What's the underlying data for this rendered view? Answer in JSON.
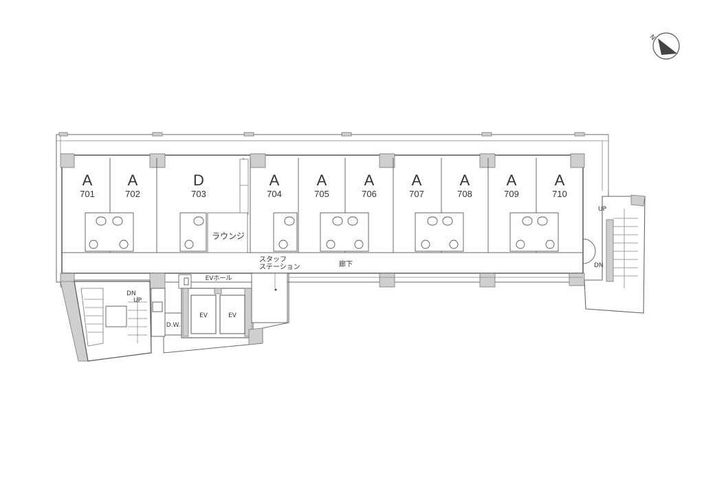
{
  "rooms": [
    {
      "type": "A",
      "number": "701"
    },
    {
      "type": "A",
      "number": "702"
    },
    {
      "type": "D",
      "number": "703"
    },
    {
      "type": "A",
      "number": "704"
    },
    {
      "type": "A",
      "number": "705"
    },
    {
      "type": "A",
      "number": "706"
    },
    {
      "type": "A",
      "number": "707"
    },
    {
      "type": "A",
      "number": "708"
    },
    {
      "type": "A",
      "number": "709"
    },
    {
      "type": "A",
      "number": "710"
    }
  ],
  "labels": {
    "lounge": "ラウンジ",
    "staff_station_line1": "スタッフ",
    "staff_station_line2": "ステーション",
    "corridor": "廊下",
    "ev_hall": "EVホール",
    "ev_left": "EV",
    "ev_right": "EV",
    "dumbwaiter": "D.W.",
    "stair_left_down": "DN",
    "stair_left_up": "UP",
    "stair_right_up": "UP",
    "stair_right_down": "DN"
  },
  "compass": {
    "letter": "N"
  },
  "colors": {
    "wall_fill": "#cfcfcf",
    "line": "#666666"
  }
}
